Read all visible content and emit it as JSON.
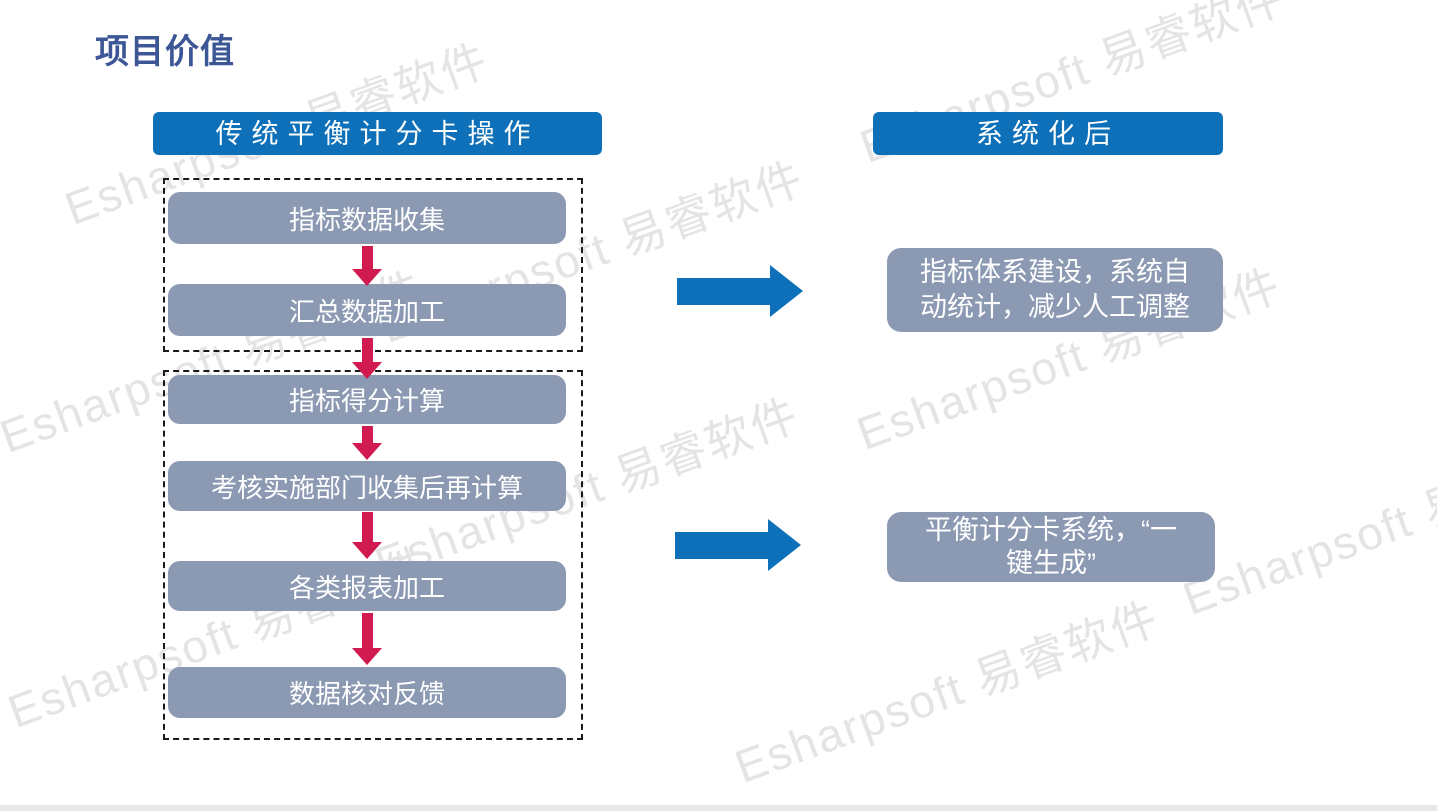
{
  "title": "项目价值",
  "left_panel": {
    "header": "传统平衡计分卡操作",
    "groups": [
      {
        "steps": [
          "指标数据收集",
          "汇总数据加工"
        ]
      },
      {
        "steps": [
          "指标得分计算",
          "考核实施部门收集后再计算",
          "各类报表加工",
          "数据核对反馈"
        ]
      }
    ]
  },
  "right_panel": {
    "header": "系统化后",
    "results": [
      {
        "full_text": "指标体系建设，系统自动统计，减少人工调整",
        "lines": [
          "指标体系建设，系统自",
          "动统计，减少人工调整"
        ]
      },
      {
        "full_text": "平衡计分卡系统，“一键生成”",
        "lines": [
          "平衡计分卡系统，“一",
          "键生成”"
        ]
      }
    ]
  },
  "watermark": {
    "text": "Esharpsoft 易睿软件"
  },
  "colors": {
    "accent_blue": "#0d70b8",
    "box_gray_blue": "#8b99b3",
    "arrow_red": "#d11a50",
    "title_blue": "#3d5796",
    "watermark_gray": "#e4e4e6",
    "dashed_border": "#1a1a1a",
    "bottom_bar_gray": "#e7e7e7"
  }
}
